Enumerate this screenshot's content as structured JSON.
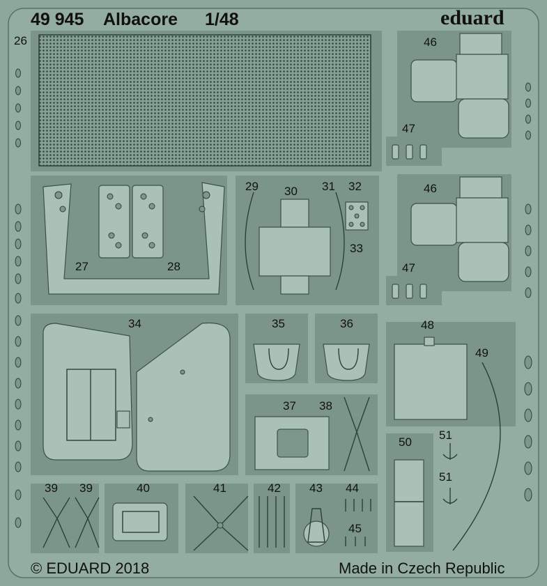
{
  "header": {
    "set_number": "49 945",
    "model": "Albacore",
    "scale": "1/48",
    "brand": "eduard"
  },
  "footer": {
    "copyright": "© EDUARD 2018",
    "origin": "Made in Czech Republic"
  },
  "parts": {
    "p26": "26",
    "p27": "27",
    "p28": "28",
    "p29": "29",
    "p30": "30",
    "p31": "31",
    "p32": "32",
    "p33": "33",
    "p34": "34",
    "p35": "35",
    "p36": "36",
    "p37": "37",
    "p38": "38",
    "p39a": "39",
    "p39b": "39",
    "p40": "40",
    "p41": "41",
    "p42": "42",
    "p43": "43",
    "p44": "44",
    "p45": "45",
    "p46a": "46",
    "p46b": "46",
    "p47a": "47",
    "p47b": "47",
    "p48": "48",
    "p49": "49",
    "p50": "50",
    "p51a": "51",
    "p51b": "51"
  },
  "colors": {
    "fret": "#8ea79c",
    "part": "#a9c1b7",
    "recess": "#7b958a",
    "etch_line": "#2f3f38"
  }
}
